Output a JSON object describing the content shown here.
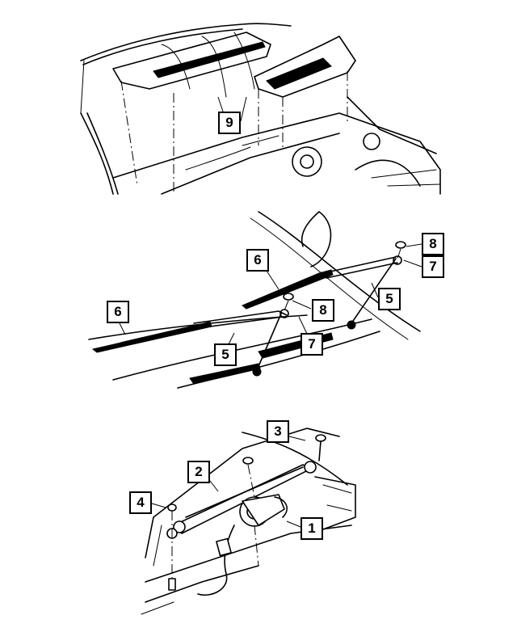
{
  "diagram": {
    "views": [
      {
        "id": "cowl-view",
        "callouts": [
          "9"
        ]
      },
      {
        "id": "wiper-view",
        "callouts": [
          "8",
          "6",
          "7",
          "6",
          "5",
          "8",
          "5",
          "7"
        ]
      },
      {
        "id": "linkage-view",
        "callouts": [
          "3",
          "2",
          "4",
          "1"
        ]
      }
    ]
  },
  "callouts": {
    "c9": "9",
    "c8a": "8",
    "c6a": "6",
    "c7a": "7",
    "c6b": "6",
    "c5a": "5",
    "c8b": "8",
    "c5b": "5",
    "c7b": "7",
    "c3": "3",
    "c2": "2",
    "c4": "4",
    "c1": "1"
  }
}
